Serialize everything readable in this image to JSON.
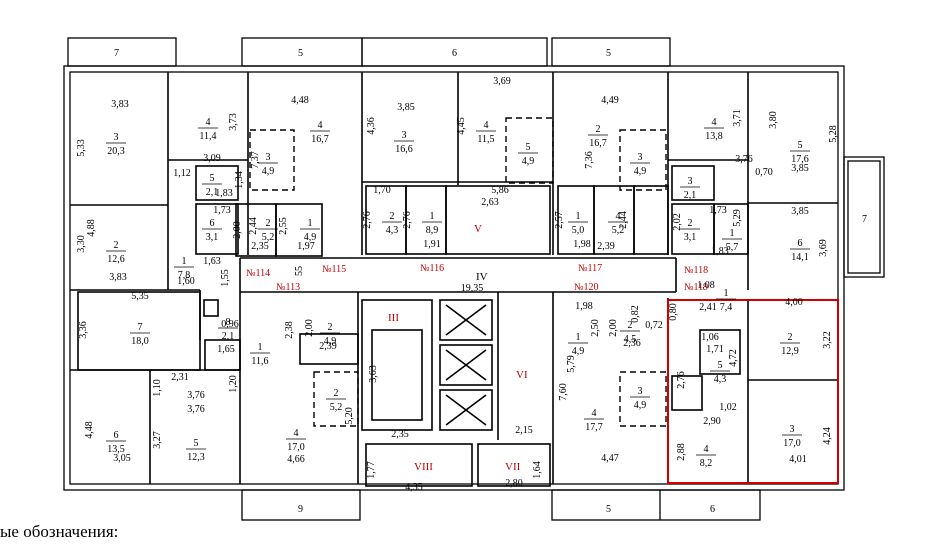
{
  "legend": {
    "label": "ые обозначения:"
  },
  "balconies": {
    "b7_left": "7",
    "b5_top1": "5",
    "b6_top": "6",
    "b5_top2": "5",
    "b7_right": "7",
    "b9_bottom": "9",
    "b5_bottom": "5",
    "b6_bottom": "6"
  },
  "apartments": {
    "n114": "№114",
    "n115": "№115",
    "n116": "№116",
    "n117": "№117",
    "n118": "№118",
    "n113": "№113",
    "n120": "№120",
    "n119": "№119"
  },
  "zones": {
    "III": "III",
    "IV": "IV",
    "V": "V",
    "VI": "VI",
    "VII": "VII",
    "VIII": "VIII"
  },
  "rooms": [
    {
      "num": "3",
      "area": "20,3"
    },
    {
      "num": "4",
      "area": "11,4"
    },
    {
      "num": "4",
      "area": "16,7"
    },
    {
      "num": "3",
      "area": "4,9"
    },
    {
      "num": "3",
      "area": "16,6"
    },
    {
      "num": "4",
      "area": "11,5"
    },
    {
      "num": "5",
      "area": "4,9"
    },
    {
      "num": "2",
      "area": "16,7"
    },
    {
      "num": "3",
      "area": "4,9"
    },
    {
      "num": "4",
      "area": "13,8"
    },
    {
      "num": "5",
      "area": "17,6"
    },
    {
      "num": "5",
      "area": "2,1"
    },
    {
      "num": "6",
      "area": "3,1"
    },
    {
      "num": "2",
      "area": "5,2"
    },
    {
      "num": "1",
      "area": "4,9"
    },
    {
      "num": "2",
      "area": "4,3"
    },
    {
      "num": "1",
      "area": "8,9"
    },
    {
      "num": "1",
      "area": "5,0"
    },
    {
      "num": "4",
      "area": "5,2"
    },
    {
      "num": "3",
      "area": "2,1"
    },
    {
      "num": "2",
      "area": "3,1"
    },
    {
      "num": "1",
      "area": "5,7"
    },
    {
      "num": "2",
      "area": "12,6"
    },
    {
      "num": "1",
      "area": "7,8"
    },
    {
      "num": "6",
      "area": "14,1"
    },
    {
      "num": "7",
      "area": "18,0"
    },
    {
      "num": "8",
      "area": "2,1"
    },
    {
      "num": "1",
      "area": "11,6"
    },
    {
      "num": "2",
      "area": "4,9"
    },
    {
      "num": "2",
      "area": "5,2"
    },
    {
      "num": "1",
      "area": "4,9"
    },
    {
      "num": "2",
      "area": "4,5"
    },
    {
      "num": "1",
      "area": "7,4"
    },
    {
      "num": "2",
      "area": "12,9"
    },
    {
      "num": "5",
      "area": "4,3"
    },
    {
      "num": "3",
      "area": "4,9"
    },
    {
      "num": "6",
      "area": "13,5"
    },
    {
      "num": "5",
      "area": "12,3"
    },
    {
      "num": "4",
      "area": "17,0"
    },
    {
      "num": "4",
      "area": "17,7"
    },
    {
      "num": "4",
      "area": "8,2"
    },
    {
      "num": "3",
      "area": "17,0"
    }
  ],
  "dims": [
    "3,83",
    "3,73",
    "4,48",
    "3,85",
    "3,69",
    "4,49",
    "3,71",
    "3,80",
    "5,33",
    "7,37",
    "4,36",
    "4,45",
    "7,36",
    "5,28",
    "3,09",
    "1,12",
    "1,34",
    "1,83",
    "5,86",
    "2,63",
    "3,76",
    "0,70",
    "1,70",
    "1,73",
    "2,00",
    "2,44",
    "2,55",
    "2,76",
    "2,76",
    "2,57",
    "2,44",
    "2,02",
    "1,73",
    "5,29",
    "3,85",
    "3,85",
    "4,88",
    "3,30",
    "2,35",
    "1,97",
    "1,91",
    "1,98",
    "2,39",
    "1,83",
    "3,69",
    "1,63",
    "1,55",
    "1,60",
    "3,83",
    "55",
    "19,35",
    "1,08",
    "5,35",
    "3,36",
    "0,96",
    "2,38",
    "2,00",
    "1,98",
    "2,50",
    "2,00",
    "0,82",
    "0,72",
    "0,80",
    "2,41",
    "4,00",
    "3,22",
    "1,65",
    "2,39",
    "1,06",
    "1,71",
    "4,72",
    "2,36",
    "2,31",
    "1,10",
    "1,20",
    "3,76",
    "3,76",
    "3,63",
    "5,79",
    "7,60",
    "2,76",
    "5,20",
    "2,90",
    "1,02",
    "4,48",
    "3,27",
    "3,05",
    "4,66",
    "4,47",
    "4,24",
    "4,01",
    "2,35",
    "2,15",
    "2,88",
    "1,77",
    "4,35",
    "1,64",
    "2,80"
  ]
}
